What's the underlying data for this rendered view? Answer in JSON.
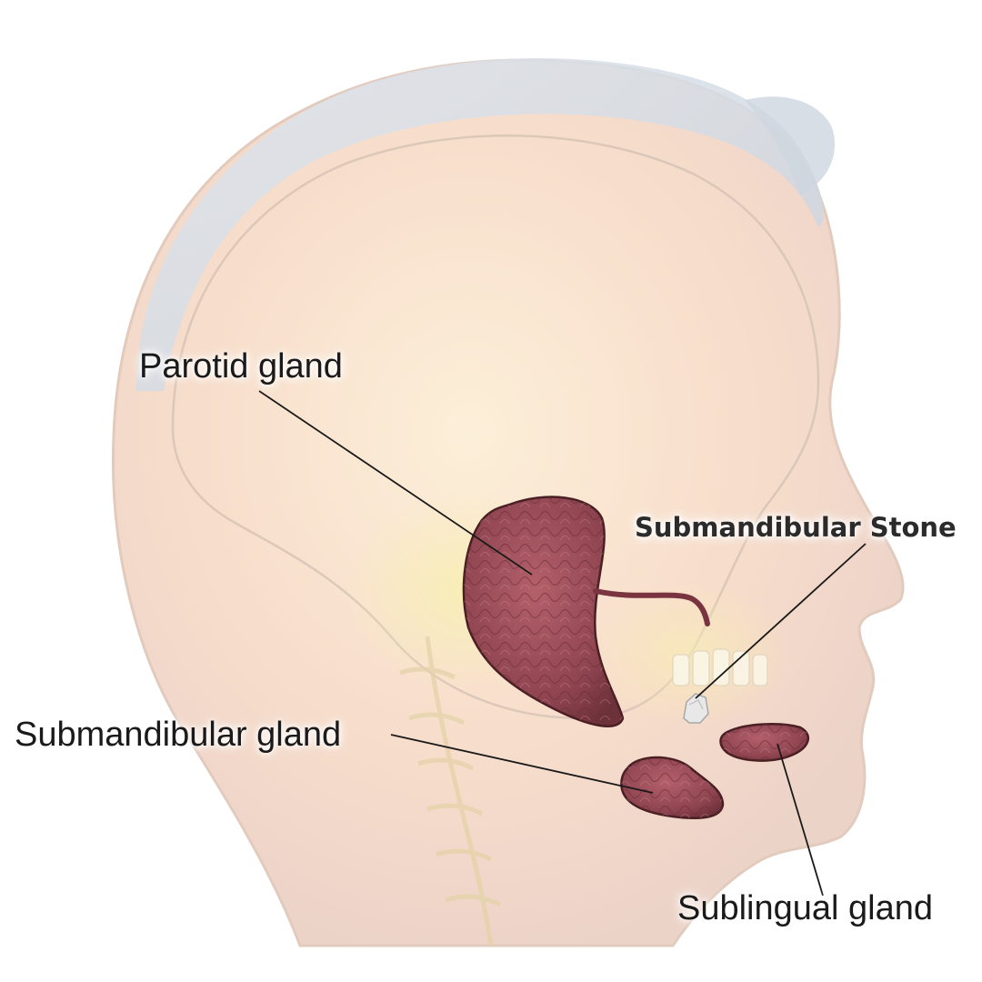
{
  "diagram": {
    "labels": {
      "parotid": "Parotid gland",
      "submandibular_stone": "Submandibular Stone",
      "submandibular_gland": "Submandibular gland",
      "sublingual": "Sublingual gland"
    },
    "colors": {
      "background": "#ffffff",
      "skin": "#f6dccb",
      "skin_highlight": "#fbefd7",
      "skull_outline": "#d9c7b8",
      "gland": "#9b4a55",
      "gland_dark": "#5e2a30",
      "stone": "#e6e6e6",
      "leader_line": "#1a1a1a"
    }
  }
}
